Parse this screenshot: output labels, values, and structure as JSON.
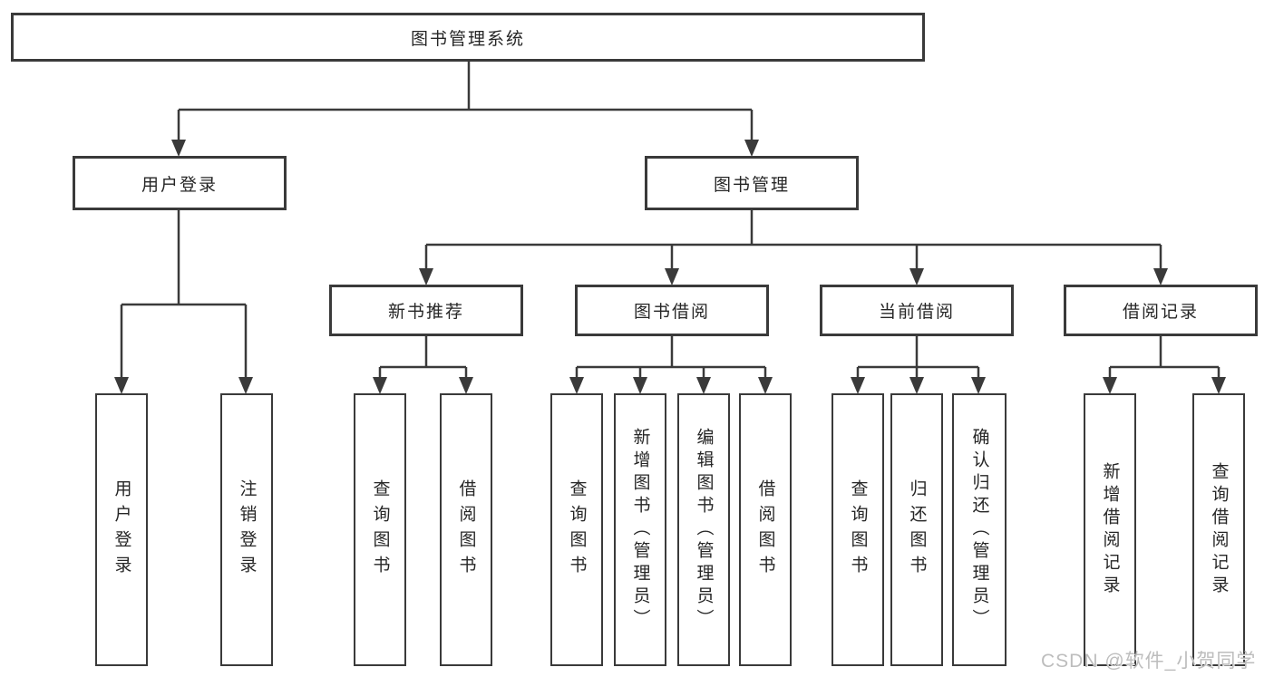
{
  "diagram": {
    "title": "图书管理系统",
    "nodes": {
      "root": "图书管理系统",
      "user_login": "用户登录",
      "book_mgmt": "图书管理",
      "new_book_rec": "新书推荐",
      "book_borrow": "图书借阅",
      "current_borrow": "当前借阅",
      "borrow_records": "借阅记录",
      "leaf_user_login": "用户登录",
      "leaf_logout": "注销登录",
      "leaf_query_book_1": "查询图书",
      "leaf_borrow_book_1": "借阅图书",
      "leaf_query_book_2": "查询图书",
      "leaf_add_book": "新增图书（管理员）",
      "leaf_edit_book": "编辑图书（管理员）",
      "leaf_borrow_book_2": "借阅图书",
      "leaf_query_book_3": "查询图书",
      "leaf_return_book": "归还图书",
      "leaf_confirm_return": "确认归还（管理员）",
      "leaf_add_record": "新增借阅记录",
      "leaf_query_record": "查询借阅记录"
    },
    "edges": [
      [
        "root",
        "user_login"
      ],
      [
        "root",
        "book_mgmt"
      ],
      [
        "user_login",
        "leaf_user_login"
      ],
      [
        "user_login",
        "leaf_logout"
      ],
      [
        "book_mgmt",
        "new_book_rec"
      ],
      [
        "book_mgmt",
        "book_borrow"
      ],
      [
        "book_mgmt",
        "current_borrow"
      ],
      [
        "book_mgmt",
        "borrow_records"
      ],
      [
        "new_book_rec",
        "leaf_query_book_1"
      ],
      [
        "new_book_rec",
        "leaf_borrow_book_1"
      ],
      [
        "book_borrow",
        "leaf_query_book_2"
      ],
      [
        "book_borrow",
        "leaf_add_book"
      ],
      [
        "book_borrow",
        "leaf_edit_book"
      ],
      [
        "book_borrow",
        "leaf_borrow_book_2"
      ],
      [
        "current_borrow",
        "leaf_query_book_3"
      ],
      [
        "current_borrow",
        "leaf_return_book"
      ],
      [
        "current_borrow",
        "leaf_confirm_return"
      ],
      [
        "borrow_records",
        "leaf_add_record"
      ],
      [
        "borrow_records",
        "leaf_query_record"
      ]
    ],
    "colors": {
      "line": "#3a3a3a",
      "box_border": "#3a3a3a",
      "box_fill": "#ffffff",
      "text": "#262626",
      "background": "#ffffff",
      "watermark_text": "#bdbdbd"
    },
    "watermark": "CSDN @软件_小贺同学"
  }
}
